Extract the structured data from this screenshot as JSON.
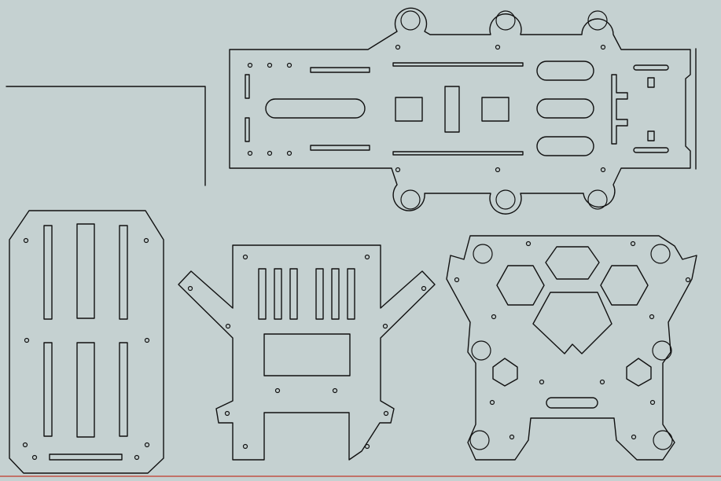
{
  "canvas": {
    "background_color": "#c5d1d1",
    "line_color": "#111111",
    "axis_line_color": "#c0392b"
  },
  "parts": [
    {
      "id": "long-frame-plate"
    },
    {
      "id": "corner-bracket"
    },
    {
      "id": "battery-plate"
    },
    {
      "id": "arm-plate"
    },
    {
      "id": "hexagon-center-plate"
    }
  ]
}
